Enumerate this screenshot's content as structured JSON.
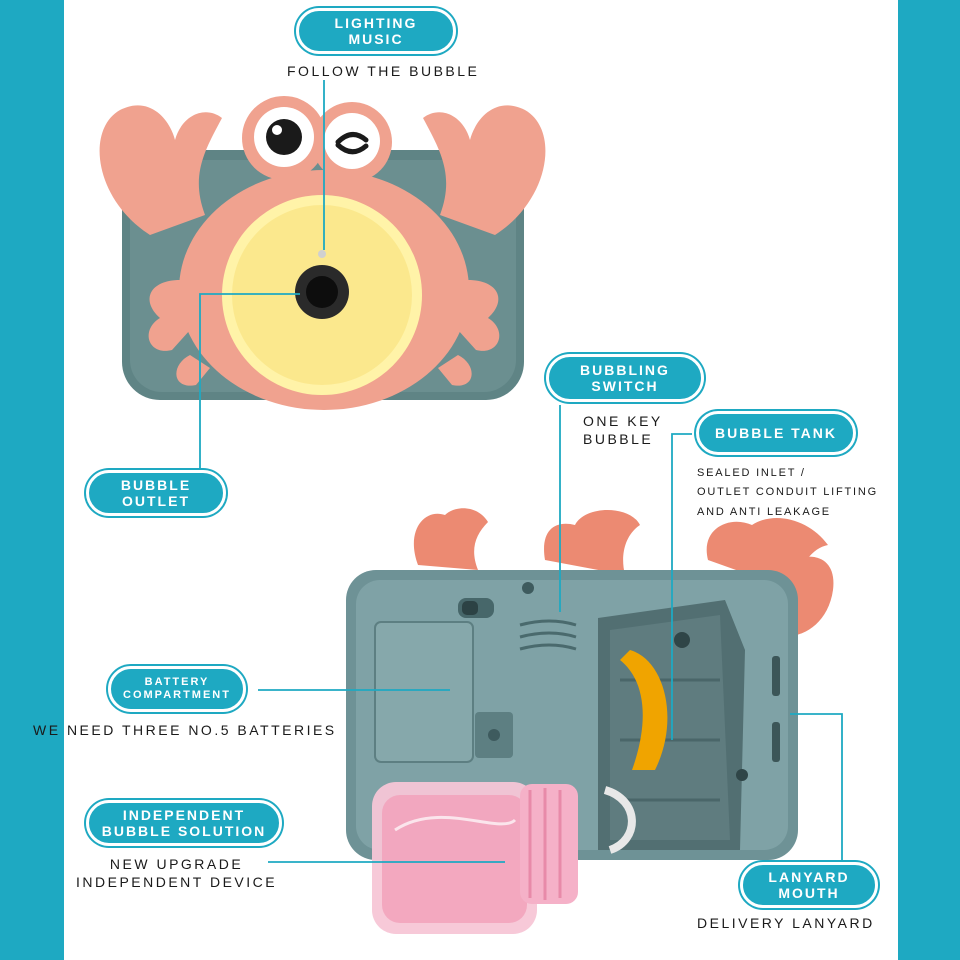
{
  "colors": {
    "accent": "#1ea9c2",
    "crab_pink": "#f0a28f",
    "crab_dark": "#e5826d",
    "body_gray": "#5f8485",
    "lens_yellow": "#fbe88d",
    "bottle_pink": "#f2a4bd"
  },
  "labels": {
    "lighting_music": [
      "LIGHTING",
      "MUSIC"
    ],
    "follow_bubble": "FOLLOW THE BUBBLE",
    "bubble_outlet": [
      "BUBBLE",
      "OUTLET"
    ],
    "bubbling_switch": [
      "BUBBLING",
      "SWITCH"
    ],
    "one_key_bubble": [
      "ONE KEY",
      "BUBBLE"
    ],
    "bubble_tank": "BUBBLE TANK",
    "tank_desc": [
      "SEALED INLET /",
      "OUTLET CONDUIT LIFTING",
      "AND ANTI LEAKAGE"
    ],
    "battery_compartment": [
      "BATTERY",
      "COMPARTMENT"
    ],
    "batteries_note": "WE NEED THREE NO.5 BATTERIES",
    "independent_solution": [
      "INDEPENDENT",
      "BUBBLE SOLUTION"
    ],
    "new_upgrade": [
      "NEW UPGRADE",
      "INDEPENDENT DEVICE"
    ],
    "lanyard_mouth": [
      "LANYARD",
      "MOUTH"
    ],
    "delivery_lanyard": "DELIVERY LANYARD"
  }
}
